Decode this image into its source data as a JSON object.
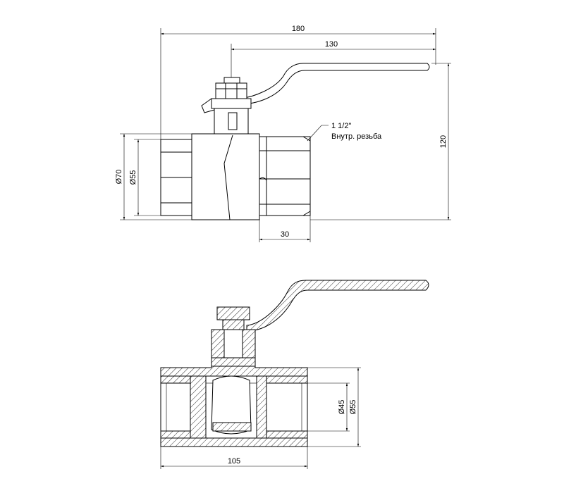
{
  "top_view": {
    "dim_overall_length": "180",
    "dim_lever_length": "130",
    "dim_height": "120",
    "dim_outer_diameter": "Ø70",
    "dim_inner_diameter": "Ø55",
    "dim_thread_length": "30",
    "thread_size": "1 1/2\"",
    "thread_type": "Внутр. резьба"
  },
  "section_view": {
    "dim_bore_diameter": "Ø45",
    "dim_end_diameter": "Ø55",
    "dim_body_length": "105"
  }
}
